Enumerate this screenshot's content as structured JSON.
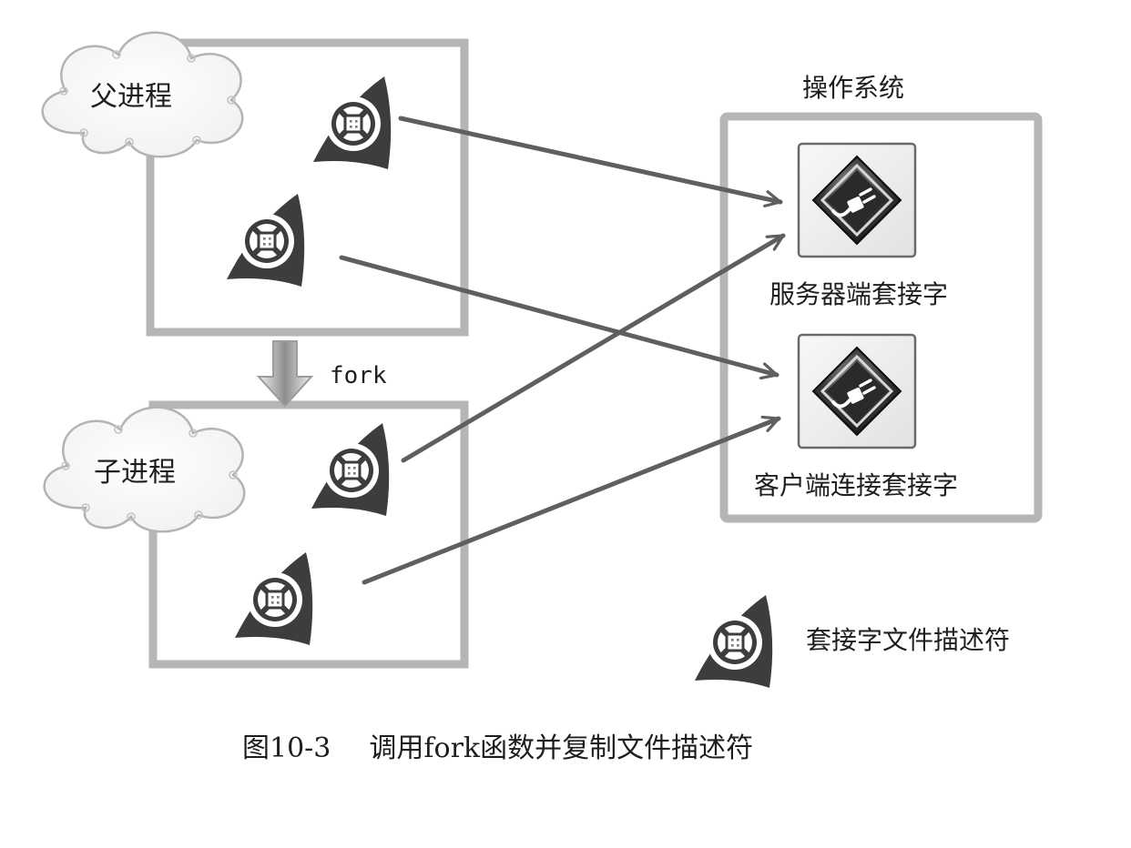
{
  "diagram": {
    "parent_process": "父进程",
    "child_process": "子进程",
    "fork_label": "fork",
    "os_label": "操作系统",
    "server_socket": "服务器端套接字",
    "client_socket": "客户端连接套接字",
    "legend_label": "套接字文件描述符",
    "caption_number": "图10-3",
    "caption_text": "调用fork函数并复制文件描述符"
  },
  "icons": {
    "descriptor": "socket-descriptor-icon",
    "socket": "plug-icon"
  },
  "colors": {
    "box_border": "#b5b5b5",
    "arrow": "#5f5f5f",
    "descriptor_fill": "#3d3d3d",
    "socket_diamond": "#2a2a2a"
  }
}
